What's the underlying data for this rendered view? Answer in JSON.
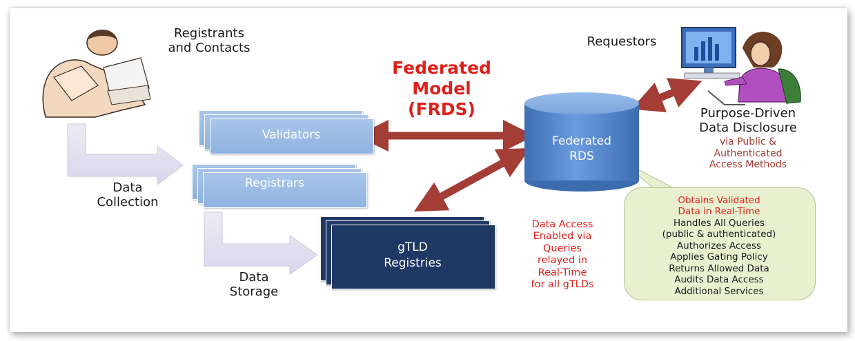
{
  "title": [
    "Federated",
    "Model",
    "(FRDS)"
  ],
  "registrants_label": [
    "Registrants",
    "and Contacts"
  ],
  "requestors_label": "Requestors",
  "validators_label": "Validators",
  "registrars_label": "Registrars",
  "registries_label": [
    "gTLD",
    "Registries"
  ],
  "rds_label": [
    "Federated",
    "RDS"
  ],
  "data_collection_label": [
    "Data",
    "Collection"
  ],
  "data_storage_label": [
    "Data",
    "Storage"
  ],
  "purpose_label": [
    "Purpose-Driven",
    "Data Disclosure"
  ],
  "access_methods_label": [
    "via Public &",
    "Authenticated",
    "Access Methods"
  ],
  "data_access_label": [
    "Data Access",
    "Enabled via",
    "Queries",
    "relayed in",
    "Real-Time",
    "for all gTLDs"
  ],
  "rds_functions": {
    "highlight": [
      "Obtains Validated",
      "Data in Real-Time"
    ],
    "items": [
      "Handles All Queries",
      "(public & authenticated)",
      "Authorizes Access",
      "Applies Gating Policy",
      "Returns Allowed Data",
      "Audits Data Access",
      "Additional Services"
    ]
  },
  "colors": {
    "accent_red": "#e0201b",
    "dark_red": "#a23a32",
    "light_blue_box": "#9bbce6",
    "navy_box": "#1f3864",
    "arrow": "#a33d36",
    "callout_bg": "#e8f0d0"
  }
}
